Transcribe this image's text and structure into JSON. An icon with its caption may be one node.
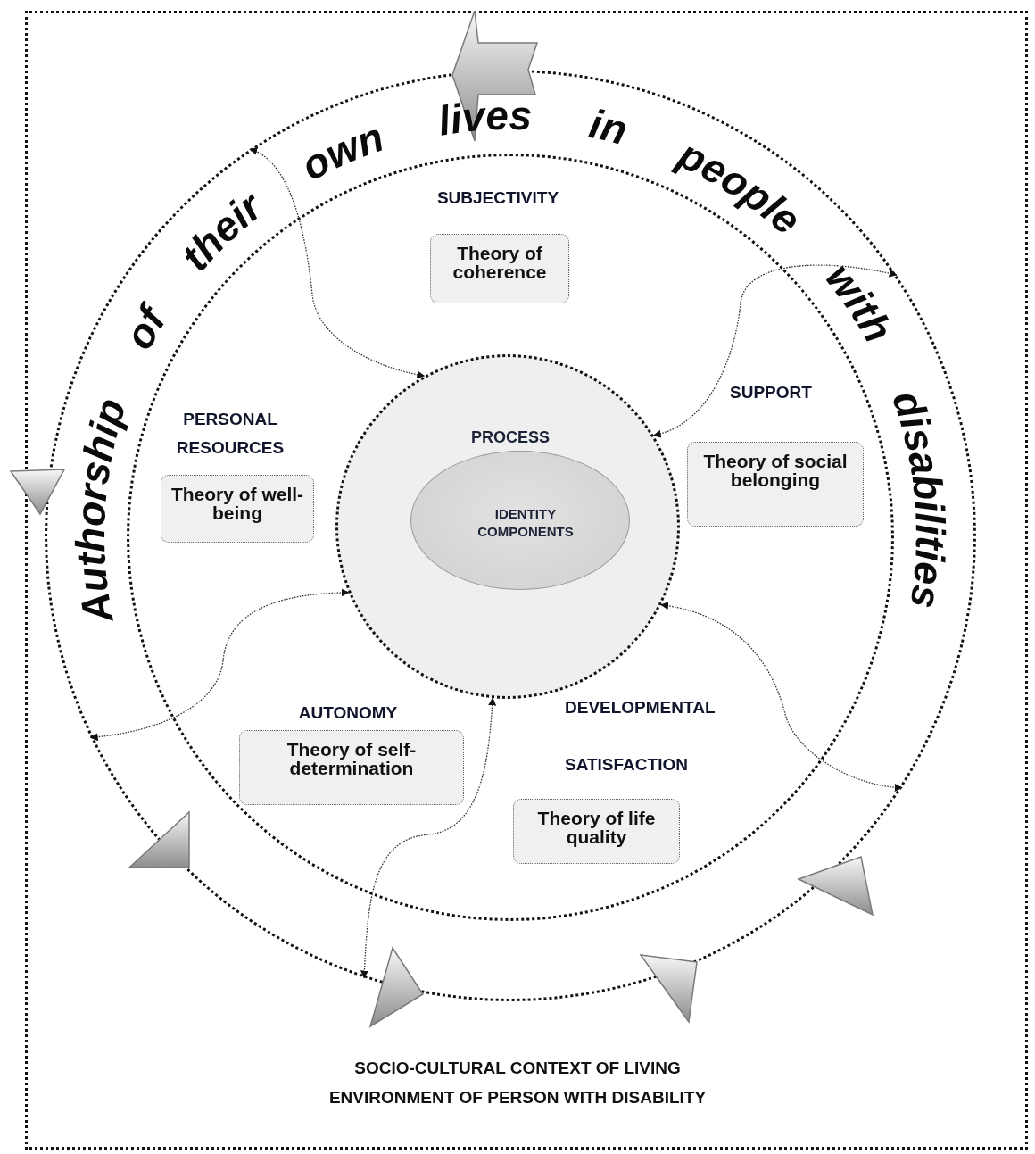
{
  "diagram": {
    "caption": "SOCIO-CULTURAL CONTEXT OF LIVING ENVIRONMENT OF PERSON WITH DISABILITY",
    "nodes": [
      {
        "text": [
          "Authorship",
          "of",
          "their",
          "own",
          "lives",
          "in",
          "people",
          "with",
          "disabilities"
        ]
      },
      {
        "text": [
          "PROCESS"
        ],
        "in": 0
      },
      {
        "text": [
          "IDENTITY COMPONENTS"
        ],
        "in": 1
      },
      {
        "text": [
          "SUBJECTIVITY",
          "Theory of coherence"
        ],
        "in": 0
      },
      {
        "text": [
          "SUPPORT",
          "Theory of social belonging"
        ],
        "in": 0
      },
      {
        "text": [
          "PERSONAL RESOURCES",
          "Theory of well-being"
        ],
        "in": 0
      },
      {
        "text": [
          "AUTONOMY",
          "Theory of self-determination"
        ],
        "in": 0
      },
      {
        "text": [
          "DEVELOPMENTAL",
          "SATISFACTION",
          "Theory of life quality"
        ],
        "in": 0
      }
    ],
    "edges": [
      {
        "from": 0,
        "to": 1,
        "arrow": "both"
      },
      {
        "from": 0,
        "to": 1,
        "arrow": "both"
      },
      {
        "from": 0,
        "to": 1,
        "arrow": "both"
      },
      {
        "from": 0,
        "to": 1,
        "arrow": "both"
      },
      {
        "from": 0,
        "to": 1,
        "arrow": "both"
      }
    ]
  }
}
